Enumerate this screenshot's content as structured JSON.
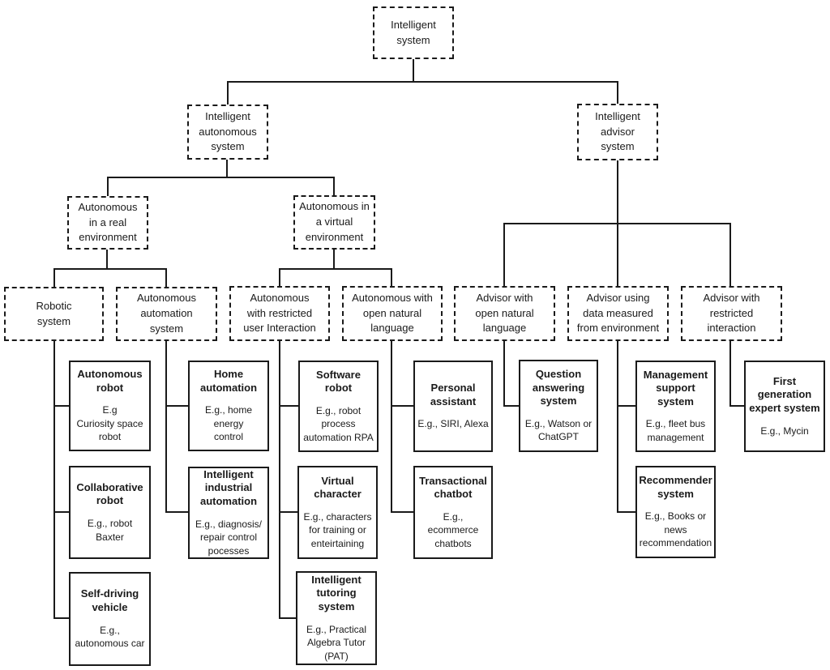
{
  "palette": {
    "line_color": "#1a1a1a",
    "background": "#ffffff"
  },
  "categories": {
    "intelligent_system": {
      "label": "Intelligent\nsystem"
    },
    "intelligent_autonomous_system": {
      "label": "Intelligent\nautonomous\nsystem"
    },
    "intelligent_advisor_system": {
      "label": "Intelligent\nadvisor\nsystem"
    },
    "autonomous_real_environment": {
      "label": "Autonomous\nin a real\nenvironment"
    },
    "autonomous_virtual_environment": {
      "label": "Autonomous in\na virtual\nenvironment"
    },
    "robotic_system": {
      "label": "Robotic\nsystem"
    },
    "autonomous_automation_system": {
      "label": "Autonomous\nautomation\nsystem"
    },
    "autonomous_restricted_user_interaction": {
      "label": "Autonomous\nwith restricted\nuser Interaction"
    },
    "autonomous_open_natural_language": {
      "label": "Autonomous with\nopen natural\nlanguage"
    },
    "advisor_open_natural_language": {
      "label": "Advisor with\nopen natural\nlanguage"
    },
    "advisor_data_from_environment": {
      "label": "Advisor using\ndata measured\nfrom environment"
    },
    "advisor_restricted_interaction": {
      "label": "Advisor with\nrestricted\ninteraction"
    }
  },
  "leaves": {
    "autonomous_robot": {
      "title": "Autonomous\nrobot",
      "example": "E.g\nCuriosity space\nrobot"
    },
    "collaborative_robot": {
      "title": "Collaborative\nrobot",
      "example": "E.g., robot\nBaxter"
    },
    "self_driving_vehicle": {
      "title": "Self-driving\nvehicle",
      "example": "E.g.,\nautonomous car"
    },
    "home_automation": {
      "title": "Home\nautomation",
      "example": "E.g., home\nenergy\ncontrol"
    },
    "intelligent_industrial_automation": {
      "title": "Intelligent\nindustrial\nautomation",
      "example": "E.g., diagnosis/\nrepair control\npocesses"
    },
    "software_robot": {
      "title": "Software\nrobot",
      "example": "E.g., robot\nprocess\nautomation RPA"
    },
    "virtual_character": {
      "title": "Virtual\ncharacter",
      "example": "E.g., characters\nfor training or\nenteirtaining"
    },
    "intelligent_tutoring_system": {
      "title": "Intelligent\ntutoring\nsystem",
      "example": "E.g., Practical\nAlgebra Tutor\n(PAT)"
    },
    "personal_assistant": {
      "title": "Personal\nassistant",
      "example": "E.g., SIRI, Alexa"
    },
    "transactional_chatbot": {
      "title": "Transactional\nchatbot",
      "example": "E.g., ecommerce\nchatbots"
    },
    "question_answering_system": {
      "title": "Question\nanswering\nsystem",
      "example": "E.g., Watson or\nChatGPT"
    },
    "management_support_system": {
      "title": "Management\nsupport\nsystem",
      "example": "E.g., fleet bus\nmanagement"
    },
    "recommender_system": {
      "title": "Recommender\nsystem",
      "example": "E.g., Books or\nnews\nrecommendation"
    },
    "first_generation_expert_system": {
      "title": "First\ngeneration\nexpert system",
      "example": "E.g., Mycin"
    }
  }
}
